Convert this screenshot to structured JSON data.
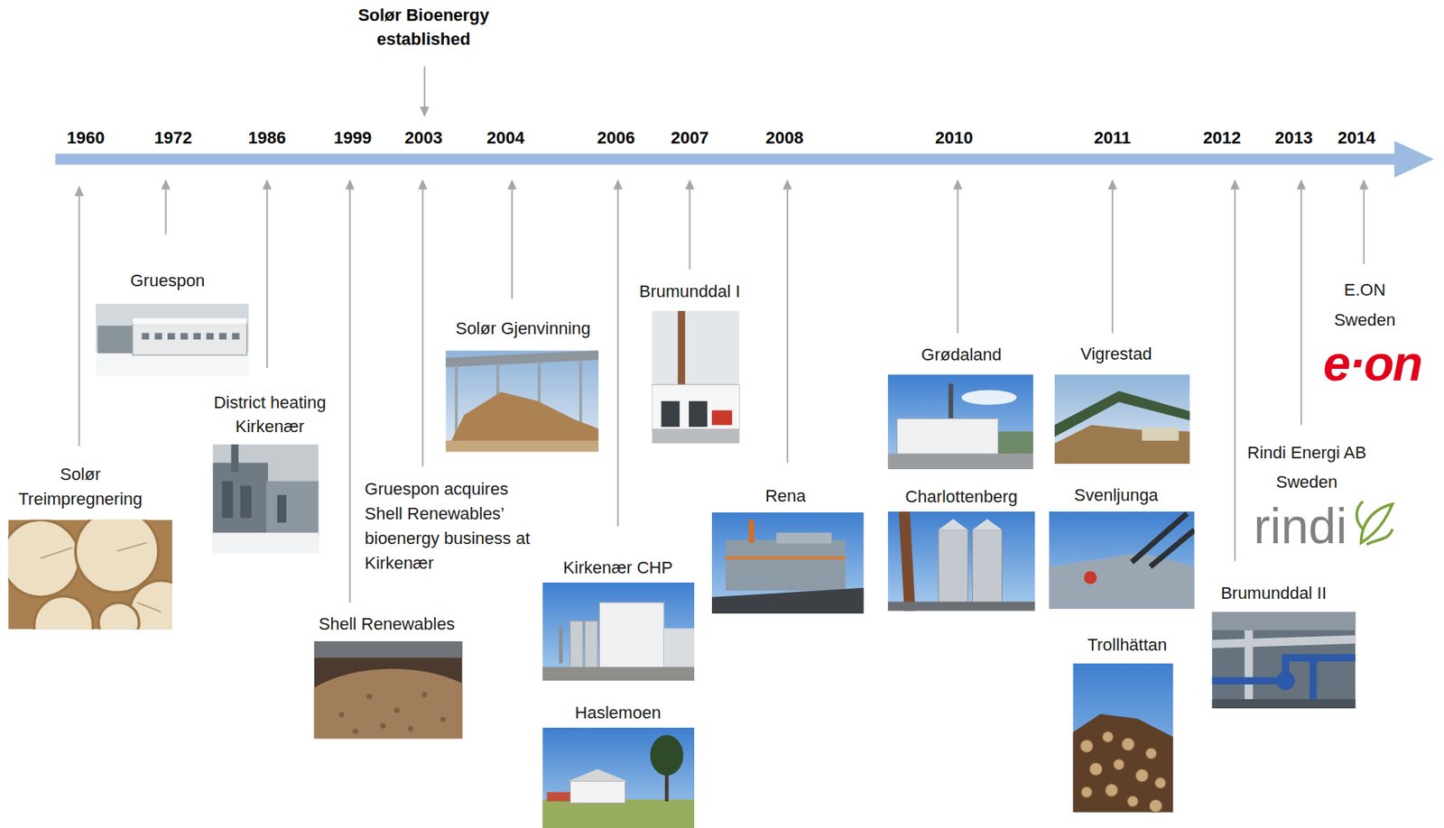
{
  "diagram": {
    "labels": [
      "1960",
      "1972",
      "1986",
      "1999",
      "2003",
      "2004",
      "2006",
      "2007",
      "2008",
      "2010",
      "2011",
      "2012",
      "2013",
      "2014",
      "Solør Bioenergy established",
      "Gruespon",
      "District heating Kirkenær",
      "Solør Treimpregnering",
      "Shell Renewables",
      "Gruespon acquires Shell Renewables’ bioenergy business at Kirkenær",
      "Solør Gjenvinning",
      "Brumunddal I",
      "Kirkenær CHP",
      "Haslemoen",
      "Rena",
      "Grødaland",
      "Charlottenberg",
      "Vigrestad",
      "Svenljunga",
      "Trollhättan",
      "Brumunddal II",
      "Rindi Energi AB Sweden",
      "rindi",
      "E.ON Sweden",
      "e·on"
    ]
  }
}
